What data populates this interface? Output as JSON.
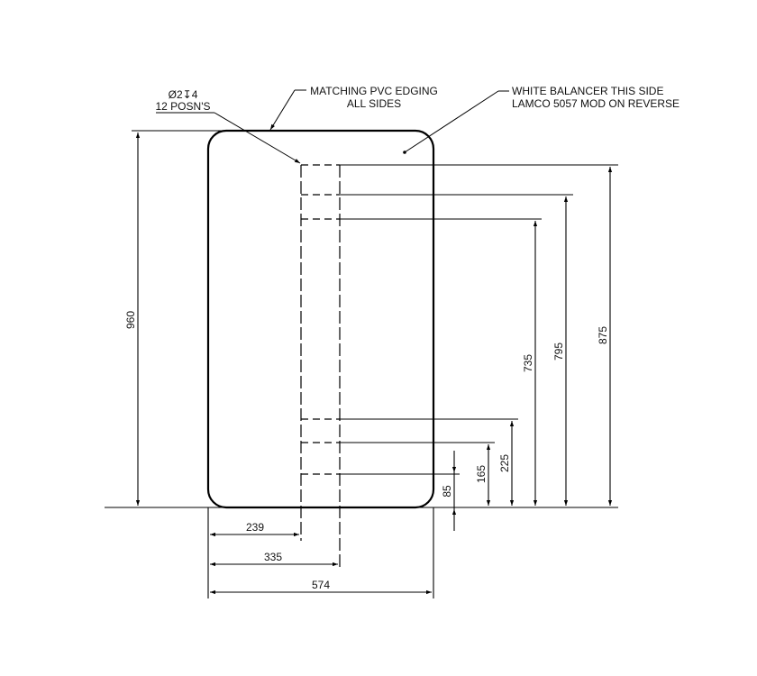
{
  "drawing": {
    "notes": {
      "hole_spec_line1": "Ø2↧4",
      "hole_spec_line2": "12 POSN'S",
      "edging_line1": "MATCHING PVC EDGING",
      "edging_line2": "ALL SIDES",
      "balancer_line1": "WHITE BALANCER THIS SIDE",
      "balancer_line2": "LAMCO 5057 MOD ON REVERSE"
    },
    "dimensions": {
      "overall_height": "960",
      "overall_width": "574",
      "hole_col1_x": "239",
      "hole_col2_x": "335",
      "hole_row_85": "85",
      "hole_row_165": "165",
      "hole_row_225": "225",
      "hole_row_735": "735",
      "hole_row_795": "795",
      "hole_row_875": "875"
    },
    "colors": {
      "line": "#000000",
      "background": "#ffffff"
    }
  }
}
